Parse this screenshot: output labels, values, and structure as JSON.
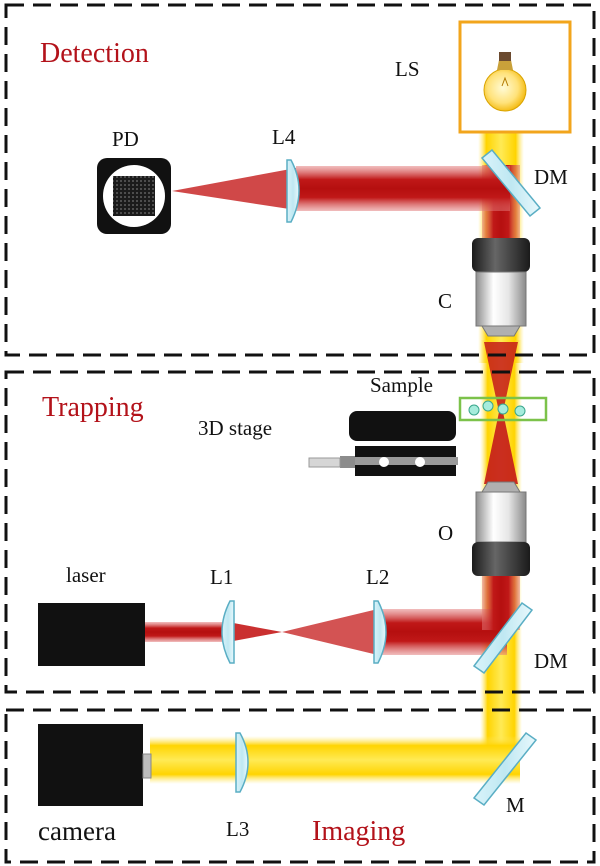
{
  "sections": {
    "detection": "Detection",
    "trapping": "Trapping",
    "imaging": "Imaging"
  },
  "components": {
    "light_source": "LS",
    "photodiode": "PD",
    "lens_4": "L4",
    "dichroic_top": "DM",
    "condenser": "C",
    "sample": "Sample",
    "stage": "3D stage",
    "objective": "O",
    "laser": "laser",
    "lens_1": "L1",
    "lens_2": "L2",
    "dichroic_bottom": "DM",
    "camera": "camera",
    "lens_3": "L3",
    "mirror": "M"
  },
  "colors": {
    "section_title": "#b3121a",
    "laser_beam": "#c41a1a",
    "illumination": "#ffd000",
    "dashed_border": "#111111",
    "lamp_frame": "#f2a51c",
    "sample_frame": "#7cc24a",
    "optic_glass": "#bfe8f2",
    "optic_edge": "#5aaec4"
  }
}
